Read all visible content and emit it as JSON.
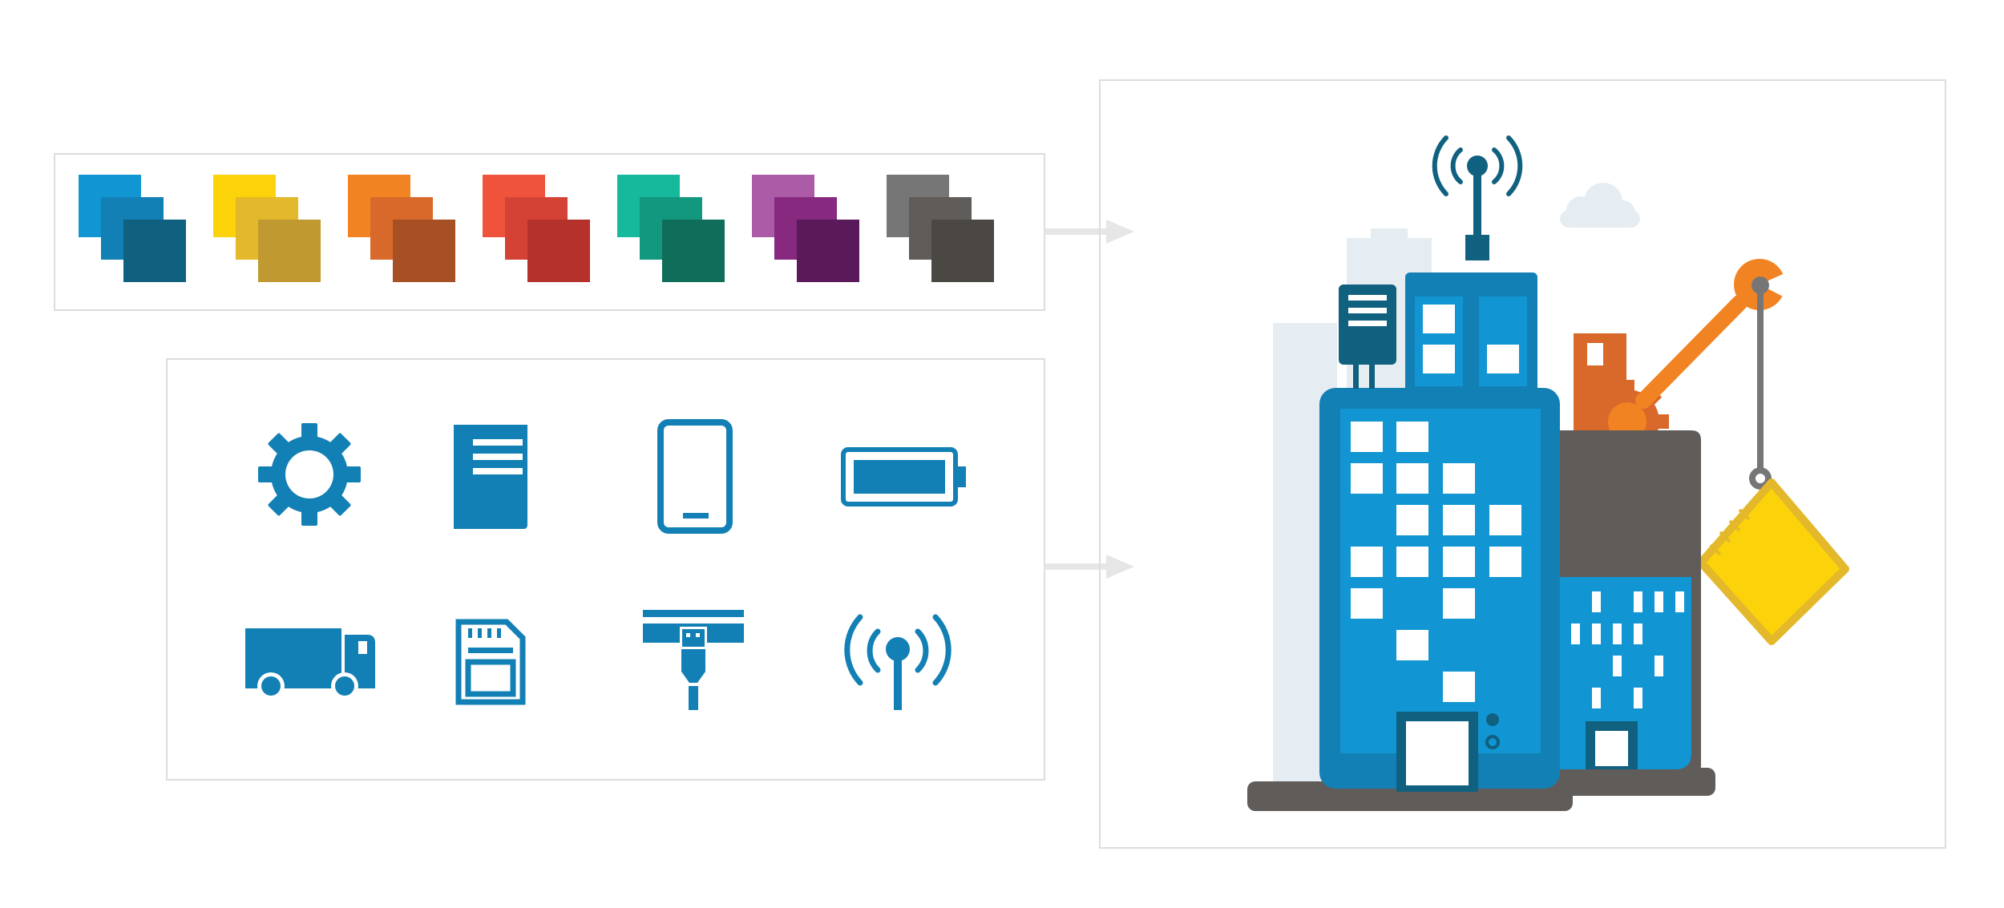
{
  "palette": {
    "swatch_groups": [
      {
        "name": "blue",
        "colors": [
          "#1295d3",
          "#1380b5",
          "#10607f"
        ]
      },
      {
        "name": "yellow",
        "colors": [
          "#fcd20b",
          "#e3b82a",
          "#c09a30"
        ]
      },
      {
        "name": "orange",
        "colors": [
          "#f18322",
          "#d8692a",
          "#a75025"
        ]
      },
      {
        "name": "red",
        "colors": [
          "#ef533c",
          "#d44235",
          "#b5312c"
        ]
      },
      {
        "name": "teal",
        "colors": [
          "#16b99b",
          "#139880",
          "#0f6d59"
        ]
      },
      {
        "name": "purple",
        "colors": [
          "#ac5ca6",
          "#86297f",
          "#5a1a5a"
        ]
      },
      {
        "name": "gray",
        "colors": [
          "#777676",
          "#5f5c5a",
          "#4b4843"
        ]
      }
    ]
  },
  "icon_set": {
    "color": "#1380b5",
    "icons": [
      "gear-icon",
      "document-icon",
      "phone-icon",
      "battery-icon",
      "truck-icon",
      "sd-card-icon",
      "usb-plug-icon",
      "antenna-icon"
    ]
  },
  "illustration": {
    "subject": "building-construction",
    "colors": {
      "building_blue": "#1295d3",
      "building_dark": "#1380b5",
      "navy": "#10607f",
      "base_gray": "#5f5c5a",
      "ghost": "#e5edf2",
      "wrench_orange": "#f18322",
      "crane_gray": "#777676",
      "sign_yellow": "#fcd20b",
      "sign_border": "#e3b82a"
    }
  },
  "connectors": {
    "color": "#e6e6e6"
  }
}
